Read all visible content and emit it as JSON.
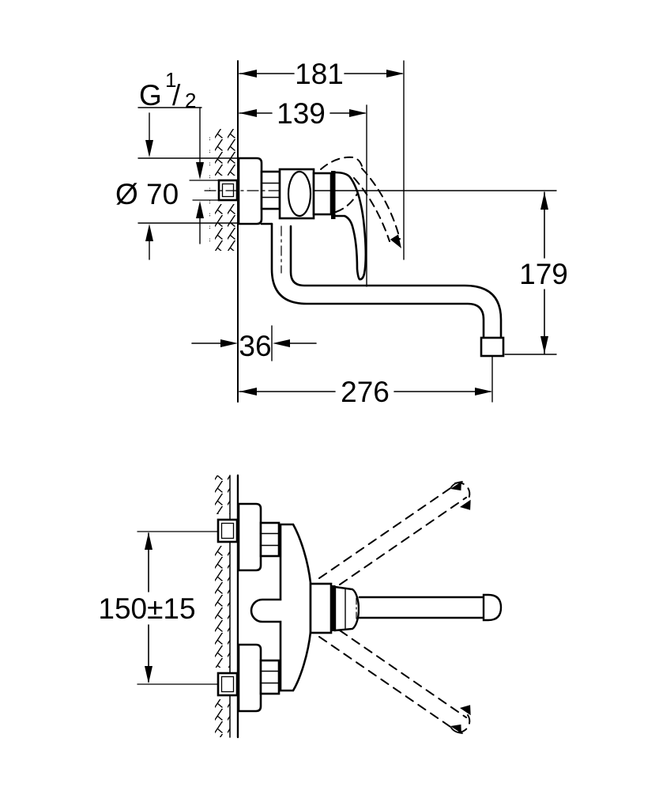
{
  "drawing": {
    "background": "#ffffff",
    "line_color": "#000000",
    "side_view": {
      "dim_total_width": "181",
      "dim_body_width": "139",
      "thread_label": {
        "prefix": "G",
        "numerator": "1",
        "slash": "/",
        "denominator": "2"
      },
      "dim_flange_diameter": "Ø 70",
      "dim_spout_height": "179",
      "dim_wall_offset": "36",
      "dim_spout_reach": "276"
    },
    "plan_view": {
      "dim_connection_spacing": "150±15"
    }
  }
}
